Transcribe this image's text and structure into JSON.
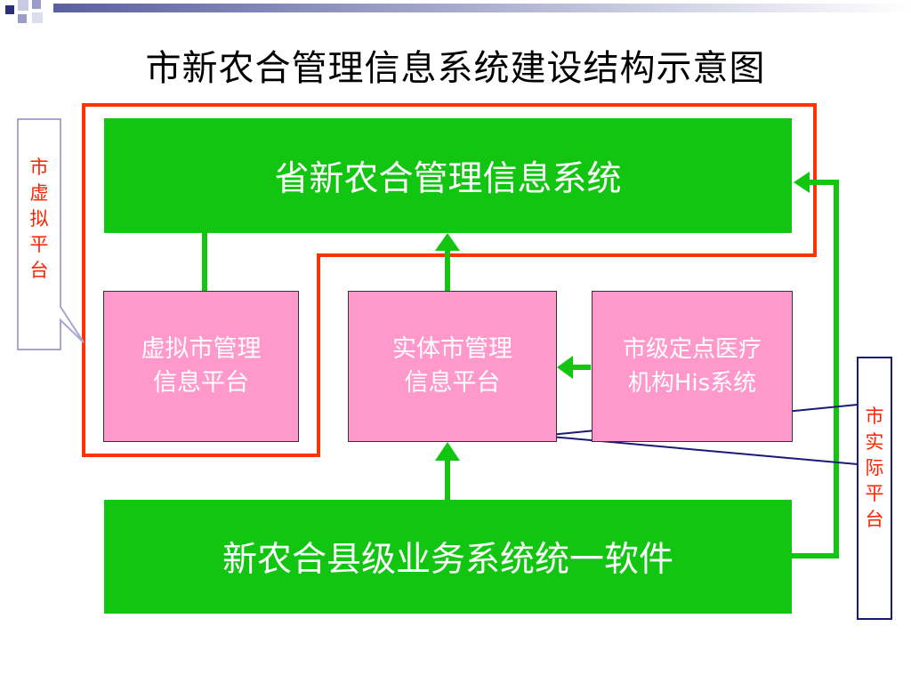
{
  "title": "市新农合管理信息系统建设结构示意图",
  "boxes": {
    "provincial": "省新农合管理信息系统",
    "virtual_city": "虚拟市管理\n信息平台",
    "real_city": "实体市管理\n信息平台",
    "his": "市级定点医疗\n机构His系统",
    "county": "新农合县级业务系统统一软件"
  },
  "callouts": {
    "virtual_platform": "市\n虚\n拟\n平\n台",
    "real_platform": "市\n实\n际\n平\n台"
  },
  "colors": {
    "green": "#11c511",
    "pink": "#ff99cc",
    "red_outline": "#ff3300",
    "navy": "#1a1a7a",
    "callout_text": "#ff2200"
  }
}
